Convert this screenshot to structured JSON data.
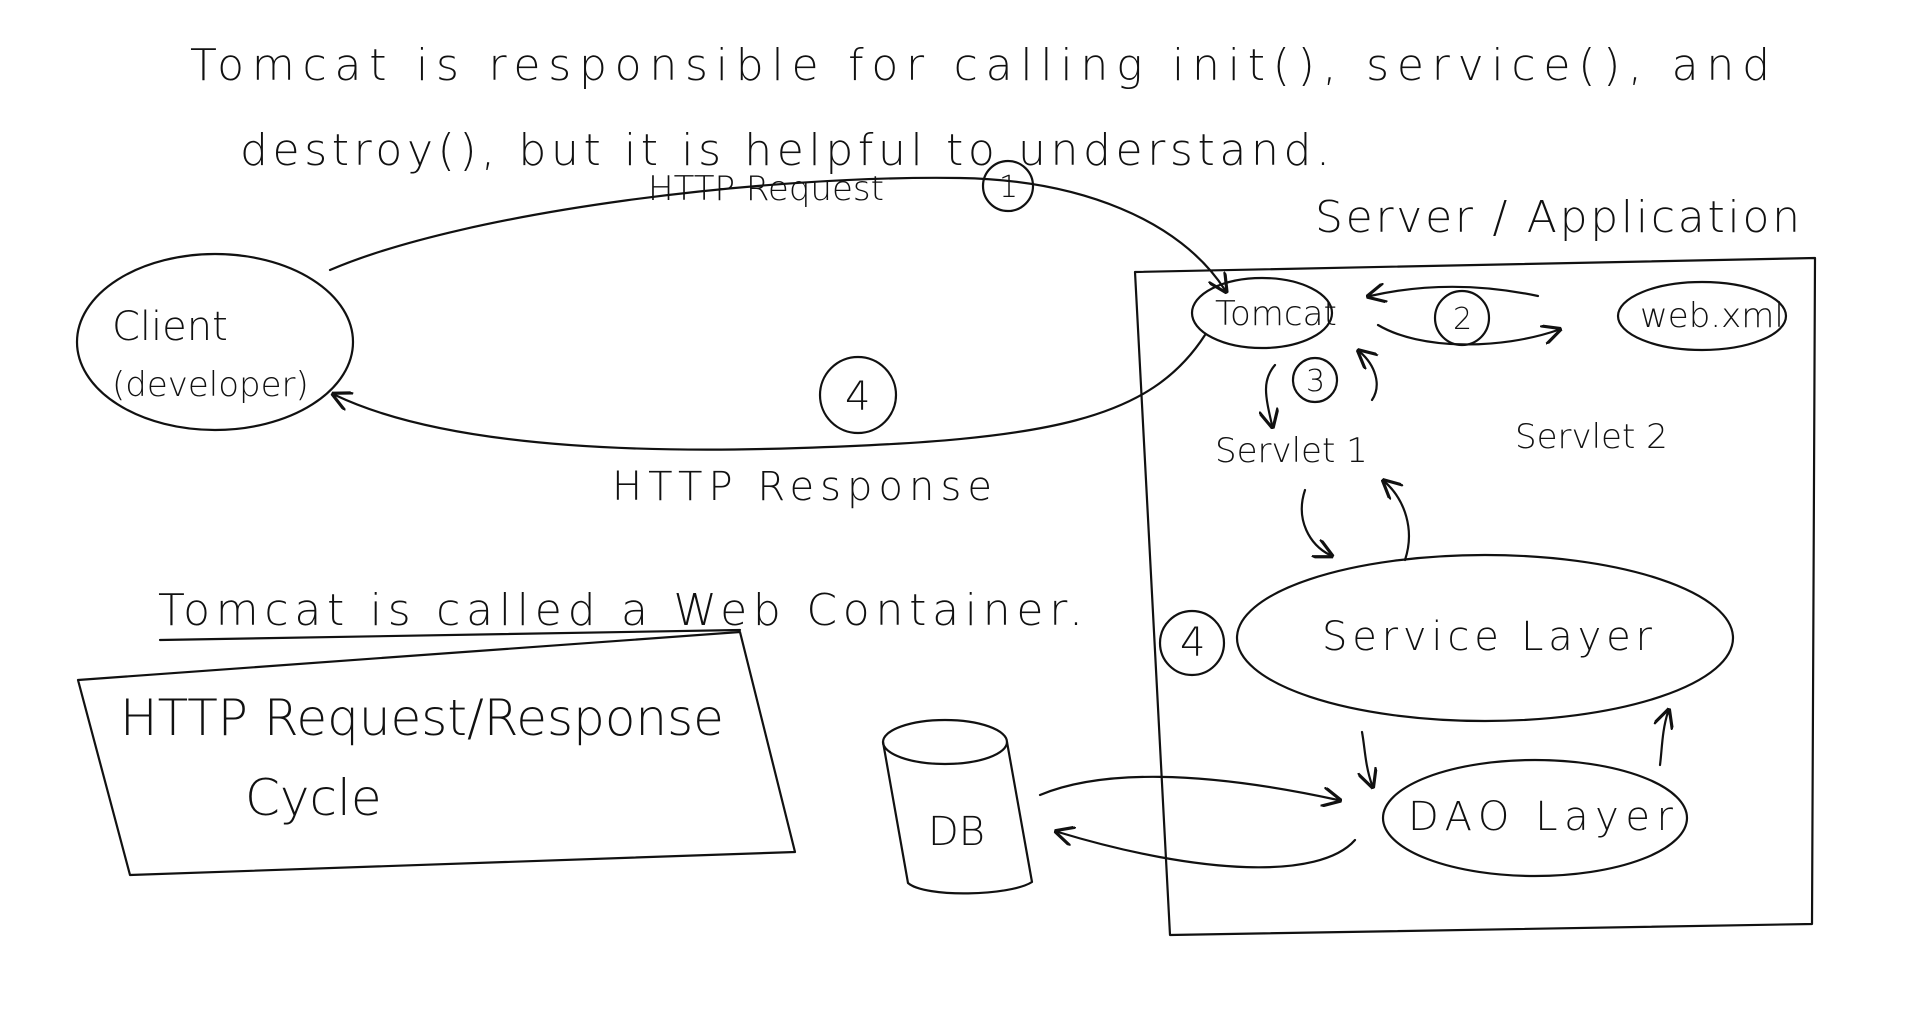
{
  "notes": {
    "line1": "Tomcat is responsible for calling init(), service(), and",
    "line2": "destroy(), but it is helpful to understand.",
    "container_note": "Tomcat is called a Web Container."
  },
  "cycle_box": {
    "line1": "HTTP Request/Response",
    "line2": "Cycle"
  },
  "client": {
    "name": "Client",
    "role": "(developer)"
  },
  "server_title": "Server / Application",
  "nodes": {
    "tomcat": "Tomcat",
    "webxml": "web.xml",
    "servlet1": "Servlet 1",
    "servlet2": "Servlet 2",
    "service_layer": "Service Layer",
    "dao_layer": "DAO Layer",
    "db": "DB"
  },
  "arrows": {
    "request": "HTTP Request",
    "response": "HTTP Response"
  },
  "steps": {
    "step1": "1",
    "step2": "2",
    "step3": "3",
    "step4_response": "4",
    "step4_service": "4"
  }
}
